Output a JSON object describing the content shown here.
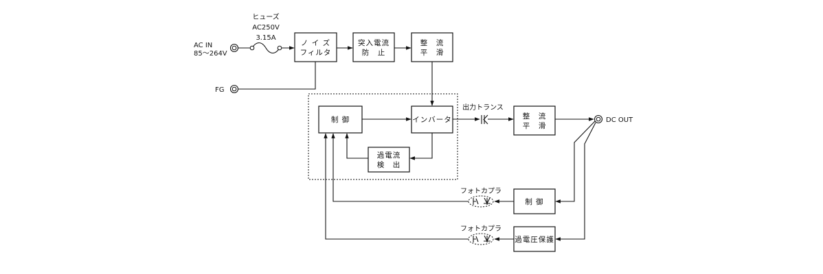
{
  "labels": {
    "ac_in": "AC IN",
    "ac_range": "85～264V",
    "fg": "FG",
    "fuse_name": "ヒューズ",
    "fuse_voltage": "AC250V",
    "fuse_current": "3.15A",
    "transformer": "出力トランス",
    "dc_out": "DC OUT",
    "photocoupler_1": "フォトカプラ",
    "photocoupler_2": "フォトカプラ"
  },
  "blocks": {
    "noise_filter": [
      "ノ イ ズ",
      "フィルタ"
    ],
    "inrush": [
      "突入電流",
      "防　止"
    ],
    "rectifier_1": [
      "整　流",
      "平　滑"
    ],
    "control_1": [
      "制 御"
    ],
    "inverter": [
      "インバータ"
    ],
    "overcurrent": [
      "過電流",
      "検　出"
    ],
    "rectifier_2": [
      "整　流",
      "平　滑"
    ],
    "control_2": [
      "制 御"
    ],
    "overvoltage": [
      "過電圧保護"
    ]
  }
}
